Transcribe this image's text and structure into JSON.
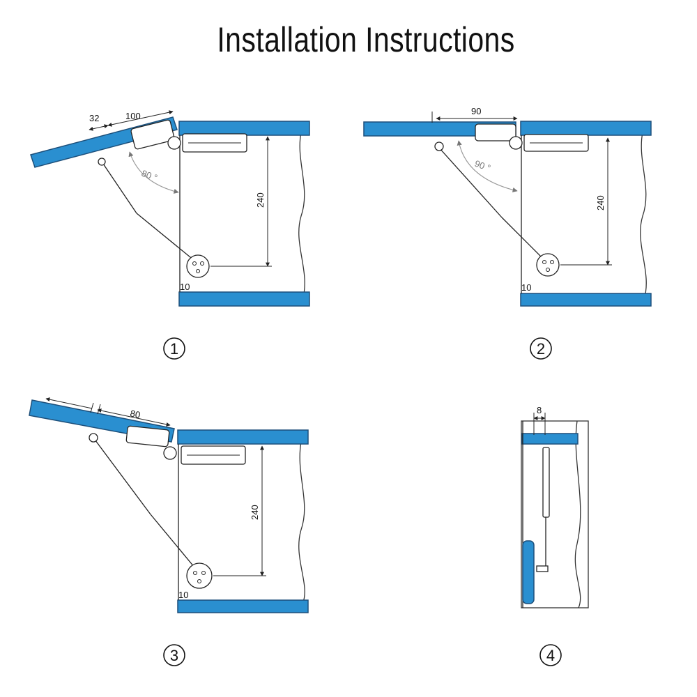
{
  "title": "Installation Instructions",
  "colors": {
    "board": "#2a8fd0",
    "board_edge": "#1d4f7a",
    "ink": "#222222",
    "angle_text": "#777777"
  },
  "steps": [
    {
      "number": "1",
      "dim_offset": "32",
      "dim_length": "100",
      "angle": "80 °",
      "height": "240",
      "bottom_gap": "10"
    },
    {
      "number": "2",
      "dim_length": "90",
      "angle": "90 °",
      "height": "240",
      "bottom_gap": "10"
    },
    {
      "number": "3",
      "dim_length": "80",
      "height": "240",
      "bottom_gap": "10"
    },
    {
      "number": "4",
      "side_gap": "8"
    }
  ]
}
